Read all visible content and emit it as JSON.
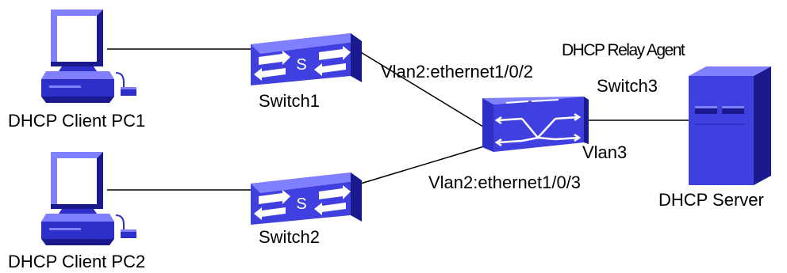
{
  "diagram": {
    "nodes": {
      "pc1": {
        "label": "DHCP Client PC1",
        "icon": "desktop-pc-icon"
      },
      "pc2": {
        "label": "DHCP Client PC2",
        "icon": "desktop-pc-icon"
      },
      "switch1": {
        "label": "Switch1",
        "icon": "layer2-switch-icon"
      },
      "switch2": {
        "label": "Switch2",
        "icon": "layer2-switch-icon"
      },
      "switch3": {
        "label": "Switch3",
        "role": "DHCP Relay Agent",
        "icon": "layer3-switch-icon"
      },
      "server": {
        "label": "DHCP Server",
        "icon": "server-tower-icon"
      }
    },
    "links": [
      {
        "from": "pc1",
        "to": "switch1"
      },
      {
        "from": "pc2",
        "to": "switch2"
      },
      {
        "from": "switch1",
        "to": "switch3",
        "label": "Vlan2:ethernet1/0/2"
      },
      {
        "from": "switch2",
        "to": "switch3",
        "label": "Vlan2:ethernet1/0/3"
      },
      {
        "from": "switch3",
        "to": "server",
        "label": "Vlan3"
      }
    ],
    "switch_glyph": "S"
  },
  "colors": {
    "device_blue": "#2E2EC8",
    "device_face": "#4040E0",
    "device_light": "#8080FF",
    "device_dark": "#1A1A8E",
    "screen": "#FFFFFF",
    "line": "#000000"
  }
}
